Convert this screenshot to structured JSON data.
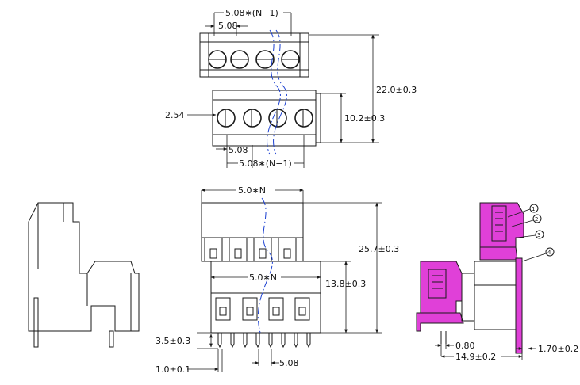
{
  "dimensions": {
    "top_pitch_total": "5.08∗(N−1)",
    "top_pitch": "5.08",
    "top_height": "22.0±0.3",
    "lower_offset": "2.54",
    "lower_height": "10.2±0.3",
    "lower_pitch": "5.08",
    "lower_pitch_total": "5.08∗(N−1)",
    "front_width": "5.0∗N",
    "front_height": "25.7±0.3",
    "inner_width": "5.0∗N",
    "inner_height": "13.8±0.3",
    "pin_length": "3.5±0.3",
    "pin_width": "1.0±0.1",
    "pin_pitch": "5.08",
    "side_gap": "0.80",
    "side_depth": "14.9±0.2",
    "side_thickness": "1.70±0.2"
  },
  "callouts": [
    "1",
    "2",
    "3",
    "4"
  ],
  "colors": {
    "highlight": "#e040d8",
    "centerline": "#1a3fd0",
    "line": "#1a1a1a"
  }
}
